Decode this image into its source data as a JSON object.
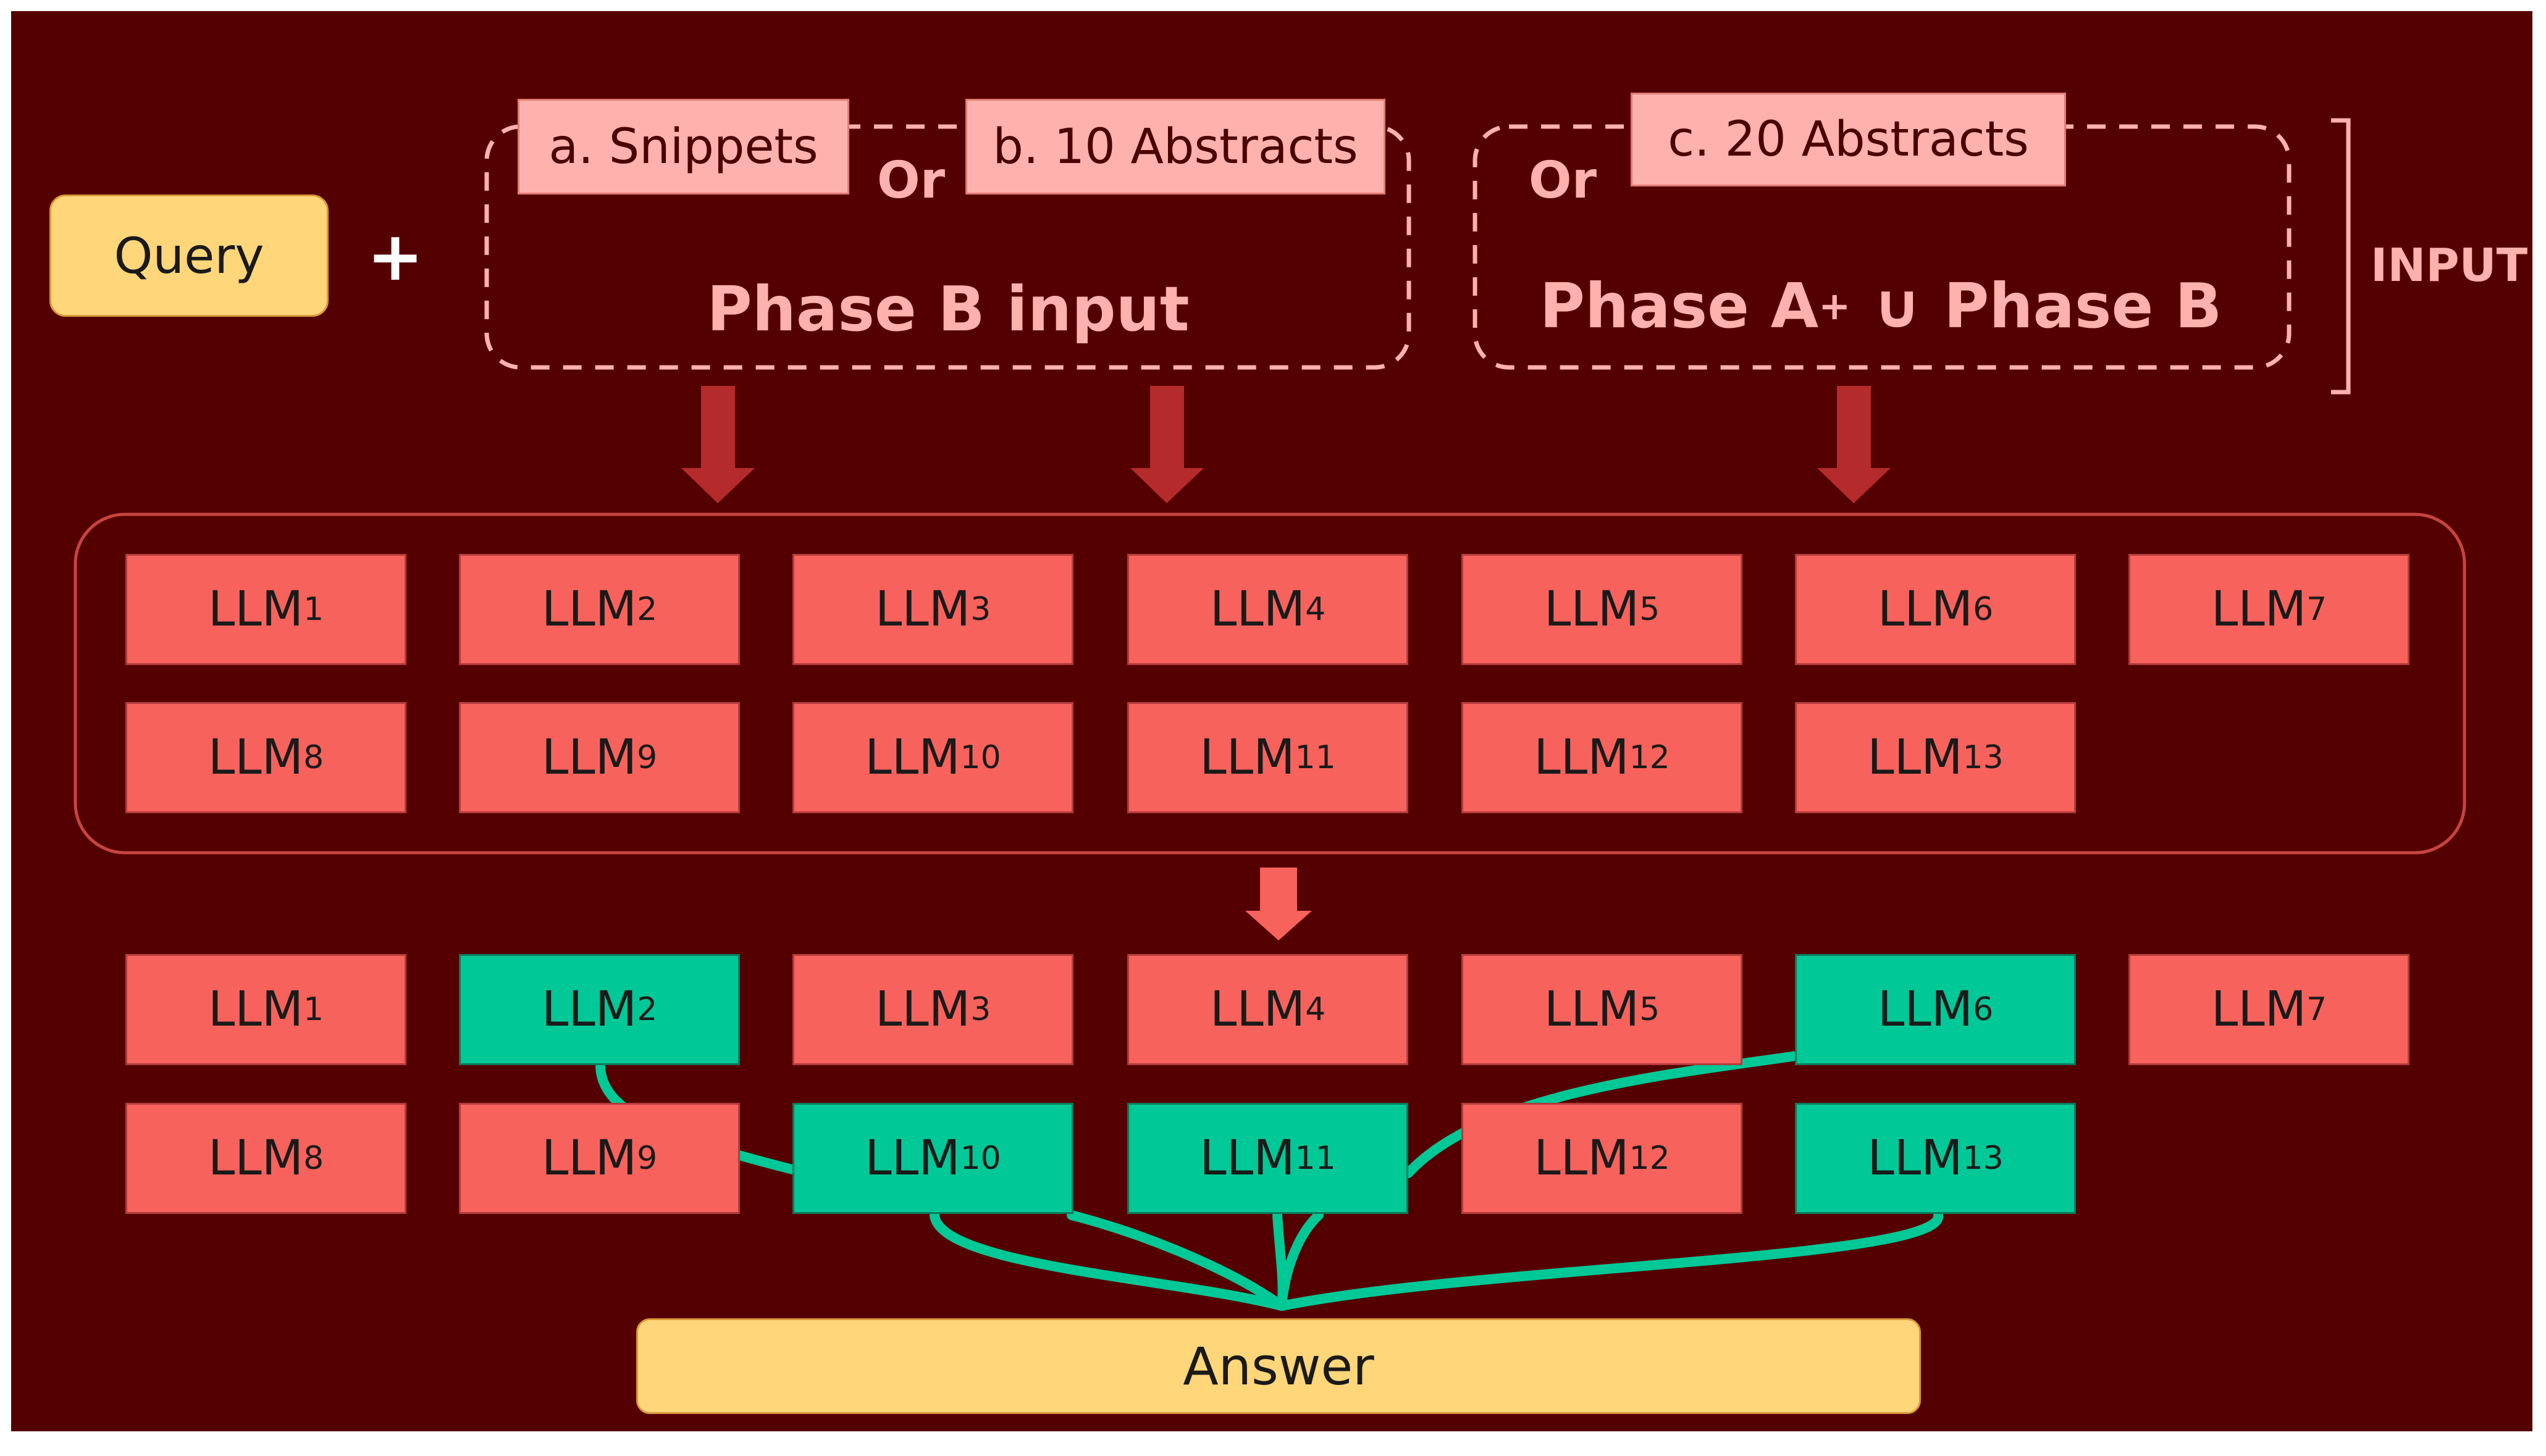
{
  "colors": {
    "background": "#550000",
    "llm_default": "#f8625c",
    "llm_selected": "#00c896",
    "tag_fill": "#ffb2ad",
    "answer_fill": "#ffd67a",
    "arrow": "#b52a2a",
    "connector": "#00c896"
  },
  "query": "Query",
  "plus": "+",
  "options": {
    "a": "a. Snippets",
    "or1": "Or",
    "b": "b. 10 Abstracts",
    "or2": "Or",
    "c": "c. 20 Abstracts"
  },
  "phase_b_input": "Phase B input",
  "phase_union": {
    "part1": "Phase A",
    "sup": "+",
    "part2": " ∪ Phase B"
  },
  "input_label": "INPUT",
  "llm_prefix": "LLM",
  "ensemble": {
    "row1": [
      "1",
      "2",
      "3",
      "4",
      "5",
      "6",
      "7"
    ],
    "row2": [
      "8",
      "9",
      "10",
      "11",
      "12",
      "13"
    ]
  },
  "selection": {
    "row1": [
      "1",
      "2",
      "3",
      "4",
      "5",
      "6",
      "7"
    ],
    "row2": [
      "8",
      "9",
      "10",
      "11",
      "12",
      "13"
    ],
    "selected": [
      "2",
      "6",
      "10",
      "11",
      "13"
    ]
  },
  "answer": "Answer"
}
